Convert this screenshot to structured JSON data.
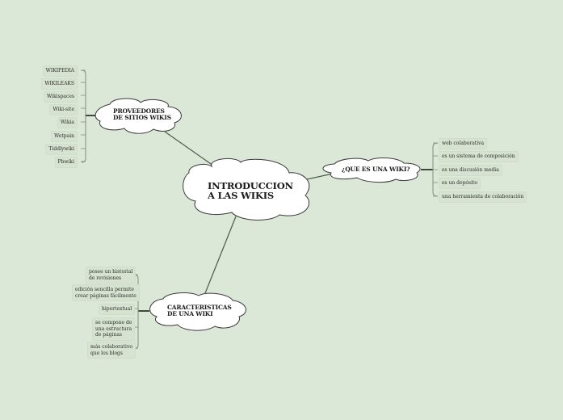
{
  "colors": {
    "background": "#dbe8d7",
    "cloud_fill": "#ffffff",
    "cloud_stroke": "#3a3a3a",
    "connector": "#4a5a48",
    "bracket": "#7f8f7c",
    "leaf_bg": "#d5e3d0"
  },
  "central": {
    "label": "INTRODUCCION\nA LAS WIKIS"
  },
  "branches": {
    "providers": {
      "label": "PROVEEDORES\nDE SITIOS WIKIS",
      "items": [
        {
          "label": "WIKIPEDIA"
        },
        {
          "label": "WIKILEAKS"
        },
        {
          "label": "Wikispaces"
        },
        {
          "label": "Wiki-site"
        },
        {
          "label": "Wikia"
        },
        {
          "label": "Wetpain"
        },
        {
          "label": "Tiddlywiki"
        },
        {
          "label": "Pbwiki"
        }
      ]
    },
    "what_is": {
      "label": "¿QUE ES UNA WIKI?",
      "items": [
        {
          "label": "web colaborativa"
        },
        {
          "label": "es un sistema de composición"
        },
        {
          "label": "es una discusión media"
        },
        {
          "label": "es un depósito"
        },
        {
          "label": "una herramienta de colaboración"
        }
      ]
    },
    "characteristics": {
      "label": "CARACTERISTICAS\nDE UNA WIKI",
      "items": [
        {
          "label": "posee un historial\nde revisiones"
        },
        {
          "label": "edición sencilla permite\ncrear páginas fácilmente"
        },
        {
          "label": "hipertextual"
        },
        {
          "label": "se compone de\nuna estructura\nde páginas"
        },
        {
          "label": "más colaborativo\nque los blogs"
        }
      ]
    }
  }
}
